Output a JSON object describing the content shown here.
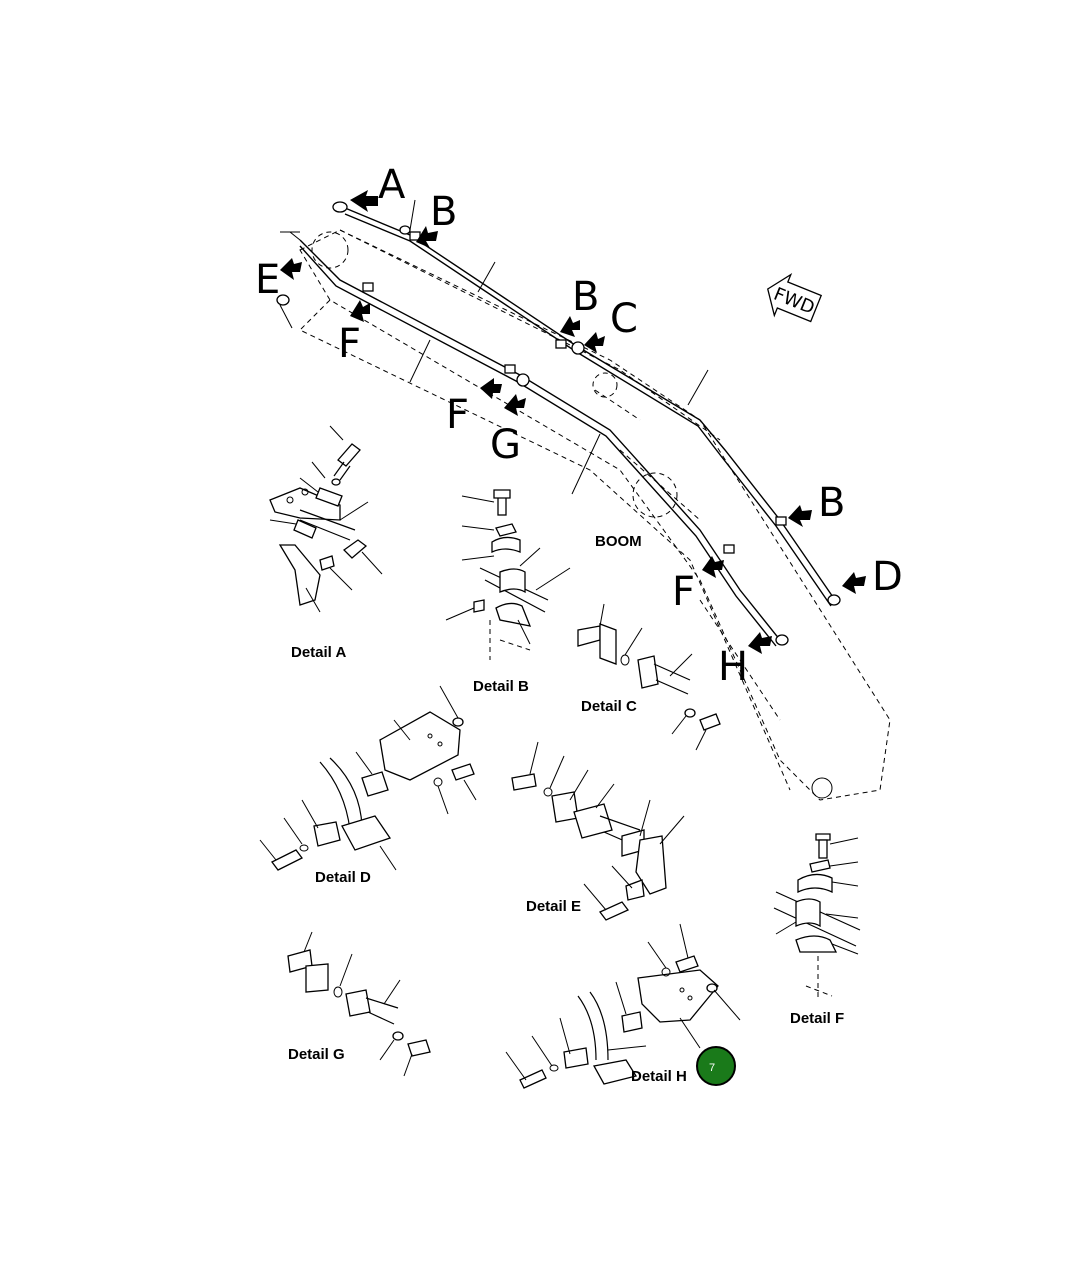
{
  "diagram": {
    "callouts": {
      "A": "A",
      "B1": "B",
      "B2": "B",
      "B3": "B",
      "C": "C",
      "D": "D",
      "E": "E",
      "F1": "F",
      "F2": "F",
      "F3": "F",
      "G": "G",
      "H": "H"
    },
    "fwd_label": "FWD",
    "boom_label": "BOOM",
    "details": {
      "A": "Detail A",
      "B": "Detail B",
      "C": "Detail C",
      "D": "Detail D",
      "E": "Detail E",
      "F": "Detail F",
      "G": "Detail G",
      "H": "Detail H"
    },
    "page_badge": "7",
    "badge_color": "#1a7a1a"
  }
}
